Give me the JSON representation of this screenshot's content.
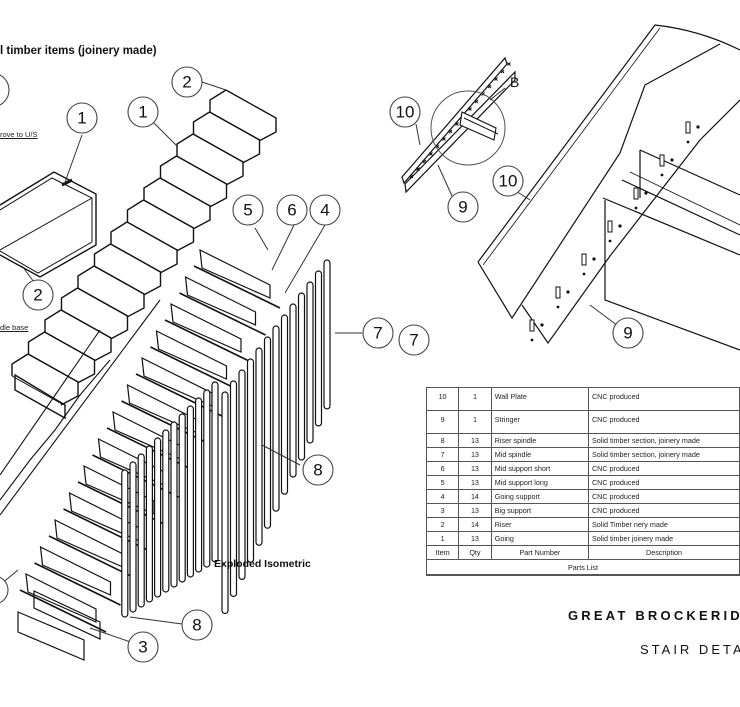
{
  "notes": {
    "heading": "l timber items (joinery made)",
    "note_1": "rove to U/S",
    "note_2": "dle base",
    "view_label": "Exploded Isometric",
    "detail_label": "B"
  },
  "callouts": {
    "left_partial_top": "",
    "assembly_1": "1",
    "assembly_2": "2",
    "stair_1": "1",
    "stair_2": "2",
    "c5": "5",
    "c6": "6",
    "c4": "4",
    "c7a": "7",
    "c7b": "7",
    "c8a": "8",
    "c8b": "8",
    "c3": "3",
    "detail_10": "10",
    "detail_9": "9",
    "stringer_10": "10",
    "stringer_9": "9"
  },
  "parts_list": {
    "title": "Parts List",
    "headers": [
      "Item",
      "Qty",
      "Part Number",
      "Description"
    ],
    "rows": [
      {
        "item": "10",
        "qty": "1",
        "part": "Wall Plate",
        "desc": "CNC produced"
      },
      {
        "item": "9",
        "qty": "1",
        "part": "Stringer",
        "desc": "CNC produced"
      },
      {
        "item": "8",
        "qty": "13",
        "part": "Riser spindle",
        "desc": "Solid timber section, joinery made"
      },
      {
        "item": "7",
        "qty": "13",
        "part": "Mid spindle",
        "desc": "Solid timber section, joinery made"
      },
      {
        "item": "6",
        "qty": "13",
        "part": "Mid support short",
        "desc": "CNC produced"
      },
      {
        "item": "5",
        "qty": "13",
        "part": "Mid support long",
        "desc": "CNC produced"
      },
      {
        "item": "4",
        "qty": "14",
        "part": "Going support",
        "desc": "CNC produced"
      },
      {
        "item": "3",
        "qty": "13",
        "part": "Big support",
        "desc": "CNC produced"
      },
      {
        "item": "2",
        "qty": "14",
        "part": "Riser",
        "desc": "Solid Timber nery made"
      },
      {
        "item": "1",
        "qty": "13",
        "part": "Going",
        "desc": "Solid timber joinery made"
      }
    ]
  },
  "title_block": {
    "project": "GREAT BROCKERID",
    "sheet": "STAIR DETA"
  }
}
